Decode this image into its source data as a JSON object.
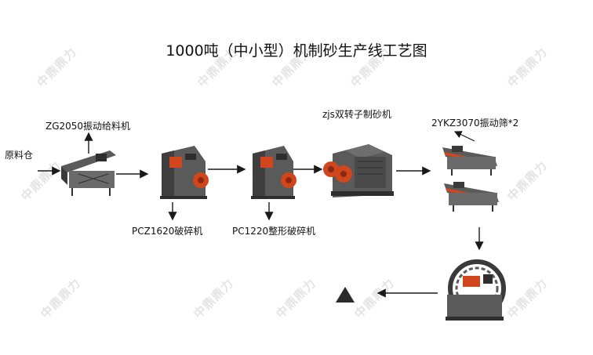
{
  "title": "1000吨（中小型）机制砂生产线工艺图",
  "labels": {
    "raw_material": "原料仓",
    "feeder": "ZG2050振动给料机",
    "crusher1": "PCZ1620破碎机",
    "crusher2": "PC1220整形破碎机",
    "sand_maker": "zjs双转子制砂机",
    "screen": "2YKZ3070振动筛*2"
  },
  "watermark": "中鼎鼎力",
  "colors": {
    "machine_body": "#5a5a5a",
    "machine_dark": "#2e2e2e",
    "accent_red": "#d2461e",
    "arrow": "#1a1a1a"
  }
}
